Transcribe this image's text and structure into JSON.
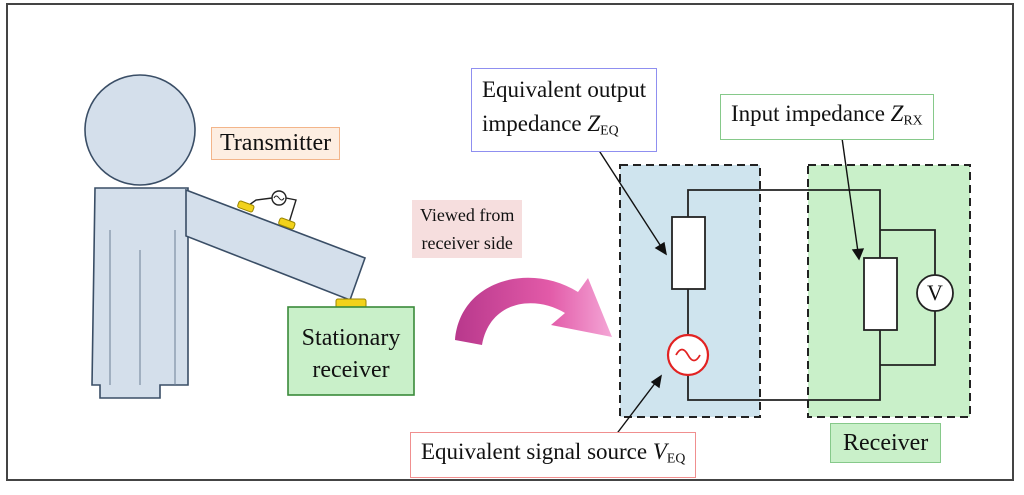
{
  "labels": {
    "transmitter": "Transmitter",
    "stationary_receiver_line1": "Stationary",
    "stationary_receiver_line2": "receiver",
    "viewed_from_line1": "Viewed from",
    "viewed_from_line2": "receiver side",
    "eq_output_line1": "Equivalent output",
    "eq_output_line2_text": "impedance ",
    "eq_output_symbol": "Z",
    "eq_output_sub": "EQ",
    "input_imp_text": "Input impedance ",
    "input_imp_symbol": "Z",
    "input_imp_sub": "RX",
    "eq_source_text": "Equivalent signal source ",
    "eq_source_symbol": "V",
    "eq_source_sub": "EQ",
    "receiver": "Receiver",
    "voltmeter": "V"
  },
  "colors": {
    "body_fill": "#d4dfeb",
    "body_stroke": "#3a4e66",
    "electrode": "#f2d21b",
    "receiver_box": "#c9f0c9",
    "transmitter_region": "#cfe4ee",
    "receiver_region": "#c9f0c9",
    "arrow": "#e25aa8",
    "source_circle": "#e22222"
  }
}
